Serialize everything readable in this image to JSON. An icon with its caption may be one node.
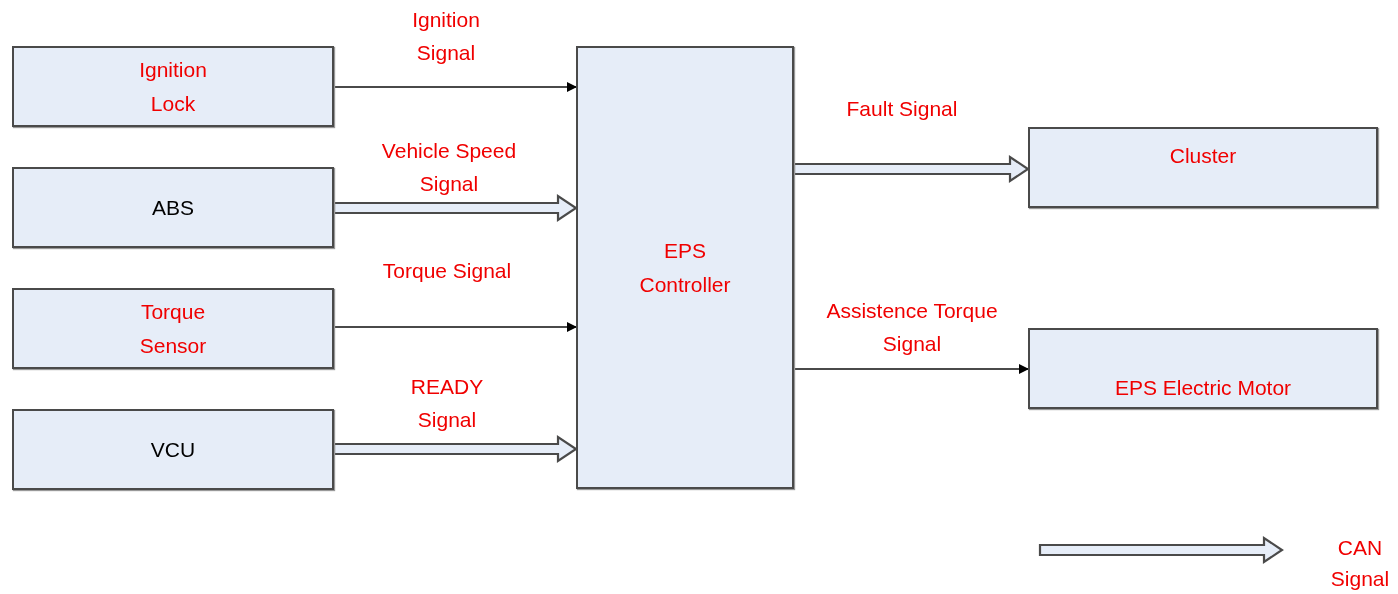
{
  "diagram": {
    "nodes": [
      {
        "text": [
          "Ignition Lock"
        ]
      },
      {
        "text": [
          "ABS"
        ]
      },
      {
        "text": [
          "Torque Sensor"
        ]
      },
      {
        "text": [
          "VCU"
        ]
      },
      {
        "text": [
          "EPS Controller"
        ]
      },
      {
        "text": [
          "Cluster"
        ]
      },
      {
        "text": [
          "EPS Electric Motor"
        ]
      }
    ],
    "edges": [
      {
        "from": 0,
        "to": 4,
        "arrow": "to",
        "label": "Ignition Signal"
      },
      {
        "from": 1,
        "to": 4,
        "arrow": "to",
        "label": "Vehicle Speed Signal",
        "style": "thick"
      },
      {
        "from": 2,
        "to": 4,
        "arrow": "to",
        "label": "Torque Signal"
      },
      {
        "from": 3,
        "to": 4,
        "arrow": "to",
        "label": "READY Signal",
        "style": "thick"
      },
      {
        "from": 4,
        "to": 5,
        "arrow": "to",
        "label": "Fault Signal",
        "style": "thick"
      },
      {
        "from": 4,
        "to": 6,
        "arrow": "to",
        "label": "Assistence Torque Signal"
      }
    ],
    "legend": [
      {
        "text": "CAN Signal"
      }
    ]
  }
}
